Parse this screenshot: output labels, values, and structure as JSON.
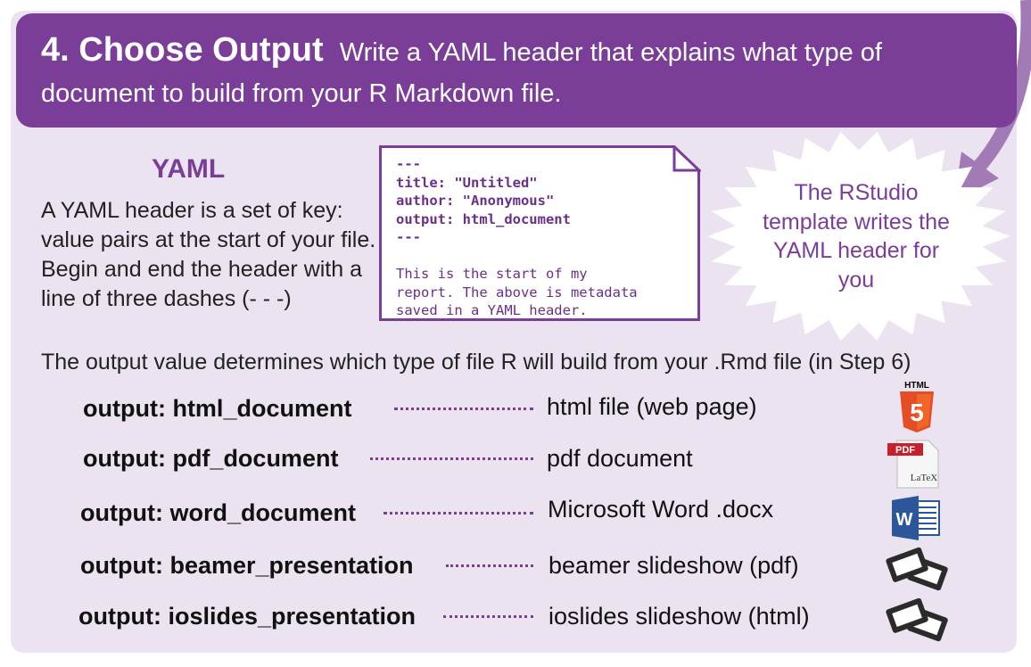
{
  "header": {
    "step": "4. Choose Output",
    "text": "Write a YAML header that explains what type of document to build from your R Markdown file."
  },
  "yaml": {
    "heading": "YAML",
    "description": "A YAML header is a set of key: value pairs at the start of your file. Begin and end the header with a line of three dashes (- - -)"
  },
  "code": {
    "lines_bold": [
      "---",
      "title: \"Untitled\"",
      "author: \"Anonymous\"",
      "output: html_document",
      "---"
    ],
    "lines_plain": [
      "This is the start of my",
      "report. The above is metadata",
      "saved in a YAML header."
    ]
  },
  "callout": "The RStudio template writes the YAML header for you",
  "intro": "The output value determines which type of file R will build from your .Rmd file (in Step 6)",
  "outputs": [
    {
      "option": "output: html_document",
      "result": "html file (web page)",
      "icon": "html5-icon",
      "icon_text": "HTML"
    },
    {
      "option": "output: pdf_document",
      "result": "pdf document",
      "icon": "pdf-latex-icon",
      "icon_text": "PDF",
      "icon_sub": "LaTeX"
    },
    {
      "option": "output: word_document",
      "result": "Microsoft Word .docx",
      "icon": "word-icon",
      "icon_text": "W"
    },
    {
      "option": "output: beamer_presentation",
      "result": "beamer slideshow (pdf)",
      "icon": "slides-icon"
    },
    {
      "option": "output: ioslides_presentation",
      "result": "ioslides slideshow (html)",
      "icon": "slides-icon"
    }
  ],
  "colors": {
    "accent": "#7a3e98",
    "background": "#ebe3f0"
  }
}
